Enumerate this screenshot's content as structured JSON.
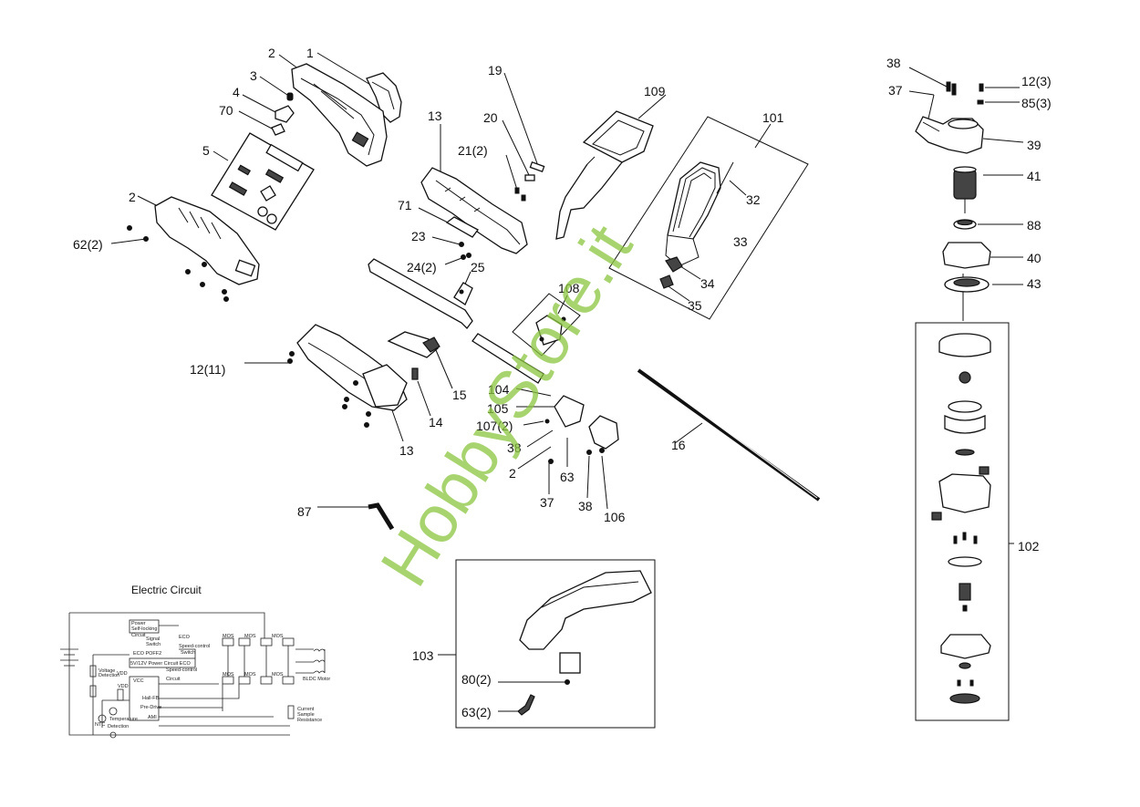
{
  "labels": {
    "l1": "1",
    "l2a": "2",
    "l3": "3",
    "l4": "4",
    "l70": "70",
    "l5": "5",
    "l2b": "2",
    "l62": "62(2)",
    "l13a": "13",
    "l19": "19",
    "l20": "20",
    "l21": "21(2)",
    "l71": "71",
    "l23": "23",
    "l24": "24(2)",
    "l25": "25",
    "l109": "109",
    "l101": "101",
    "l32": "32",
    "l33": "33",
    "l34": "34",
    "l35": "35",
    "l108": "108",
    "l12b": "12(11)",
    "l15": "15",
    "l14": "14",
    "l13b": "13",
    "l104": "104",
    "l105": "105",
    "l107": "107(2)",
    "l38a": "38",
    "l2c": "2",
    "l63a": "63",
    "l37a": "37",
    "l38b": "38",
    "l106": "106",
    "l16": "16",
    "l87": "87",
    "l103": "103",
    "l80": "80(2)",
    "l63b": "63(2)",
    "l38c": "38",
    "l37b": "37",
    "l12a": "12(3)",
    "l85": "85(3)",
    "l39": "39",
    "l41": "41",
    "l88": "88",
    "l40": "40",
    "l43": "43",
    "l102": "102"
  },
  "circuit": {
    "title": "Electric Circuit",
    "t_power_selflocking_1": "Power",
    "t_power_selflocking_2": "Self-locking",
    "t_circuit_a": "Circuit",
    "t_signal_1": "Signal",
    "t_signal_2": "Switch",
    "t_eco": "ECO",
    "t_speed_1": "Speed-control",
    "t_speed_2": "Switch",
    "t_eco_labels": "ECO POFF2",
    "t_power_circuit": "5V/12V Power Circuit ECO",
    "t_speed_3": "Speed-control",
    "t_circuit_b": "Circuit",
    "t_vdd1": "VDD",
    "t_vcc": "VCC",
    "t_voltage_1": "Voltage",
    "t_voltage_2": "Detection",
    "t_hall": "Hall-FB",
    "t_predrive": "Pre-Drive",
    "t_ami": "AMI",
    "t_ntc": "NTC",
    "t_temp_1": "Temperature",
    "t_temp_2": "Detection",
    "t_mos": "MOS",
    "t_bldc": "BLDC Motor",
    "t_current_1": "Current",
    "t_current_2": "Sample",
    "t_current_3": "Resistance",
    "t_vdd2": "VDD"
  },
  "watermark": "HobbyStore.it",
  "colors": {
    "watermark": "#8cc63f",
    "ink": "#111111"
  }
}
